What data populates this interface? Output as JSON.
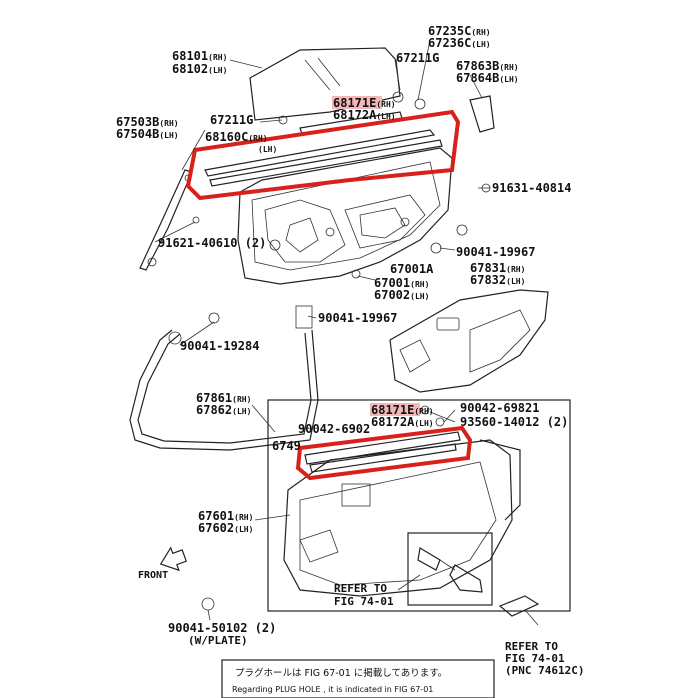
{
  "labels": {
    "p68101": "68101",
    "p68101_rh": "(RH)",
    "p68102": "68102",
    "p68102_lh": "(LH)",
    "p67235c": "67235C",
    "p67235c_rh": "(RH)",
    "p67236c": "67236C",
    "p67236c_lh": "(LH)",
    "p67211g_top": "67211G",
    "p67863b": "67863B",
    "p67863b_rh": "(RH)",
    "p67864b": "67864B",
    "p67864b_lh": "(LH)",
    "p68171e_top": "68171E",
    "p68171e_top_rh": "(RH)",
    "p68172a_top": "68172A",
    "p68172a_top_lh": "(LH)",
    "p67503b": "67503B",
    "p67503b_rh": "(RH)",
    "p67504b": "67504B",
    "p67504b_lh": "(LH)",
    "p67211g_mid": "67211G",
    "p68160c": "68160C",
    "p68160c_rh": "(RH)",
    "p68170_lh": "(LH)",
    "p91631": "91631-40814",
    "p91621": "91621-40610 (2)",
    "p90041_19967_a": "90041-19967",
    "p67001a": "67001A",
    "p67831": "67831",
    "p67831_rh": "(RH)",
    "p67832": "67832",
    "p67832_lh": "(LH)",
    "p67001": "67001",
    "p67001_rh": "(RH)",
    "p67002": "67002",
    "p67002_lh": "(LH)",
    "p90041_19967_b": "90041-19967",
    "p90041_19284": "90041-19284",
    "p67861": "67861",
    "p67861_rh": "(RH)",
    "p67862": "67862",
    "p67862_lh": "(LH)",
    "p68171e_bot": "68171E",
    "p68171e_bot_rh": "(RH)",
    "p68172a_bot": "68172A",
    "p68172a_bot_lh": "(LH)",
    "p90042_69821": "90042-69821",
    "p93560": "93560-14012 (2)",
    "p90042_690": "90042-6902",
    "p6749": "6749",
    "p67601": "67601",
    "p67601_rh": "(RH)",
    "p67602": "67602",
    "p67602_lh": "(LH)",
    "front": "FRONT",
    "refer_to_1": "REFER TO",
    "fig_74_01_a": "FIG 74-01",
    "p90041_50102": "90041-50102 (2)",
    "w_plate": "(W/PLATE)",
    "refer_to_2": "REFER TO",
    "fig_74_01_b": "FIG 74-01",
    "pnc_74612c": "(PNC 74612C)"
  },
  "note": {
    "jp": "プラグホールは FIG 67-01 に掲載してあります。",
    "en": "Regarding PLUG HOLE , it is indicated in FIG 67-01"
  },
  "highlight_color": "#d8211b",
  "part_highlight_color": "#f3b7b7"
}
